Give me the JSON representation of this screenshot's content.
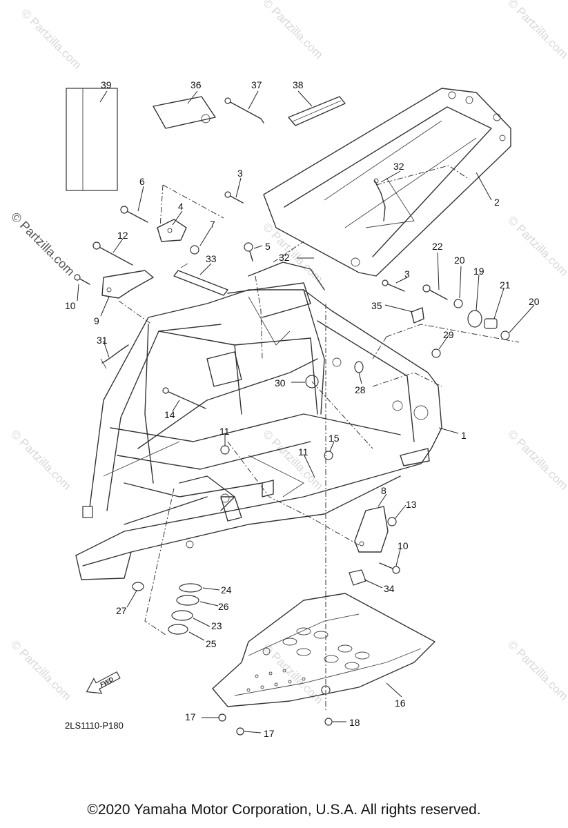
{
  "watermark": "© Partzilla.com",
  "diagram_code": "2LS1110-P180",
  "fwd_label": "FWD",
  "footer": "©2020 Yamaha Motor Corporation, U.S.A. All rights reserved.",
  "callouts": [
    {
      "id": "c39",
      "label": "39"
    },
    {
      "id": "c36",
      "label": "36"
    },
    {
      "id": "c37",
      "label": "37"
    },
    {
      "id": "c38",
      "label": "38"
    },
    {
      "id": "c32a",
      "label": "32"
    },
    {
      "id": "c2",
      "label": "2"
    },
    {
      "id": "c3a",
      "label": "3"
    },
    {
      "id": "c6",
      "label": "6"
    },
    {
      "id": "c4",
      "label": "4"
    },
    {
      "id": "c7",
      "label": "7"
    },
    {
      "id": "c5",
      "label": "5"
    },
    {
      "id": "c32b",
      "label": "32"
    },
    {
      "id": "c12",
      "label": "12"
    },
    {
      "id": "c33",
      "label": "33"
    },
    {
      "id": "c22",
      "label": "22"
    },
    {
      "id": "c20a",
      "label": "20"
    },
    {
      "id": "c19",
      "label": "19"
    },
    {
      "id": "c3b",
      "label": "3"
    },
    {
      "id": "c21",
      "label": "21"
    },
    {
      "id": "c20b",
      "label": "20"
    },
    {
      "id": "c10a",
      "label": "10"
    },
    {
      "id": "c9",
      "label": "9"
    },
    {
      "id": "c35",
      "label": "35"
    },
    {
      "id": "c29",
      "label": "29"
    },
    {
      "id": "c31",
      "label": "31"
    },
    {
      "id": "c30",
      "label": "30"
    },
    {
      "id": "c28",
      "label": "28"
    },
    {
      "id": "c14",
      "label": "14"
    },
    {
      "id": "c1",
      "label": "1"
    },
    {
      "id": "c11a",
      "label": "11"
    },
    {
      "id": "c15",
      "label": "15"
    },
    {
      "id": "c11b",
      "label": "11"
    },
    {
      "id": "c8",
      "label": "8"
    },
    {
      "id": "c13",
      "label": "13"
    },
    {
      "id": "c10b",
      "label": "10"
    },
    {
      "id": "c34",
      "label": "34"
    },
    {
      "id": "c24",
      "label": "24"
    },
    {
      "id": "c26",
      "label": "26"
    },
    {
      "id": "c27",
      "label": "27"
    },
    {
      "id": "c23",
      "label": "23"
    },
    {
      "id": "c25",
      "label": "25"
    },
    {
      "id": "c16",
      "label": "16"
    },
    {
      "id": "c17a",
      "label": "17"
    },
    {
      "id": "c18",
      "label": "18"
    },
    {
      "id": "c17b",
      "label": "17"
    }
  ]
}
